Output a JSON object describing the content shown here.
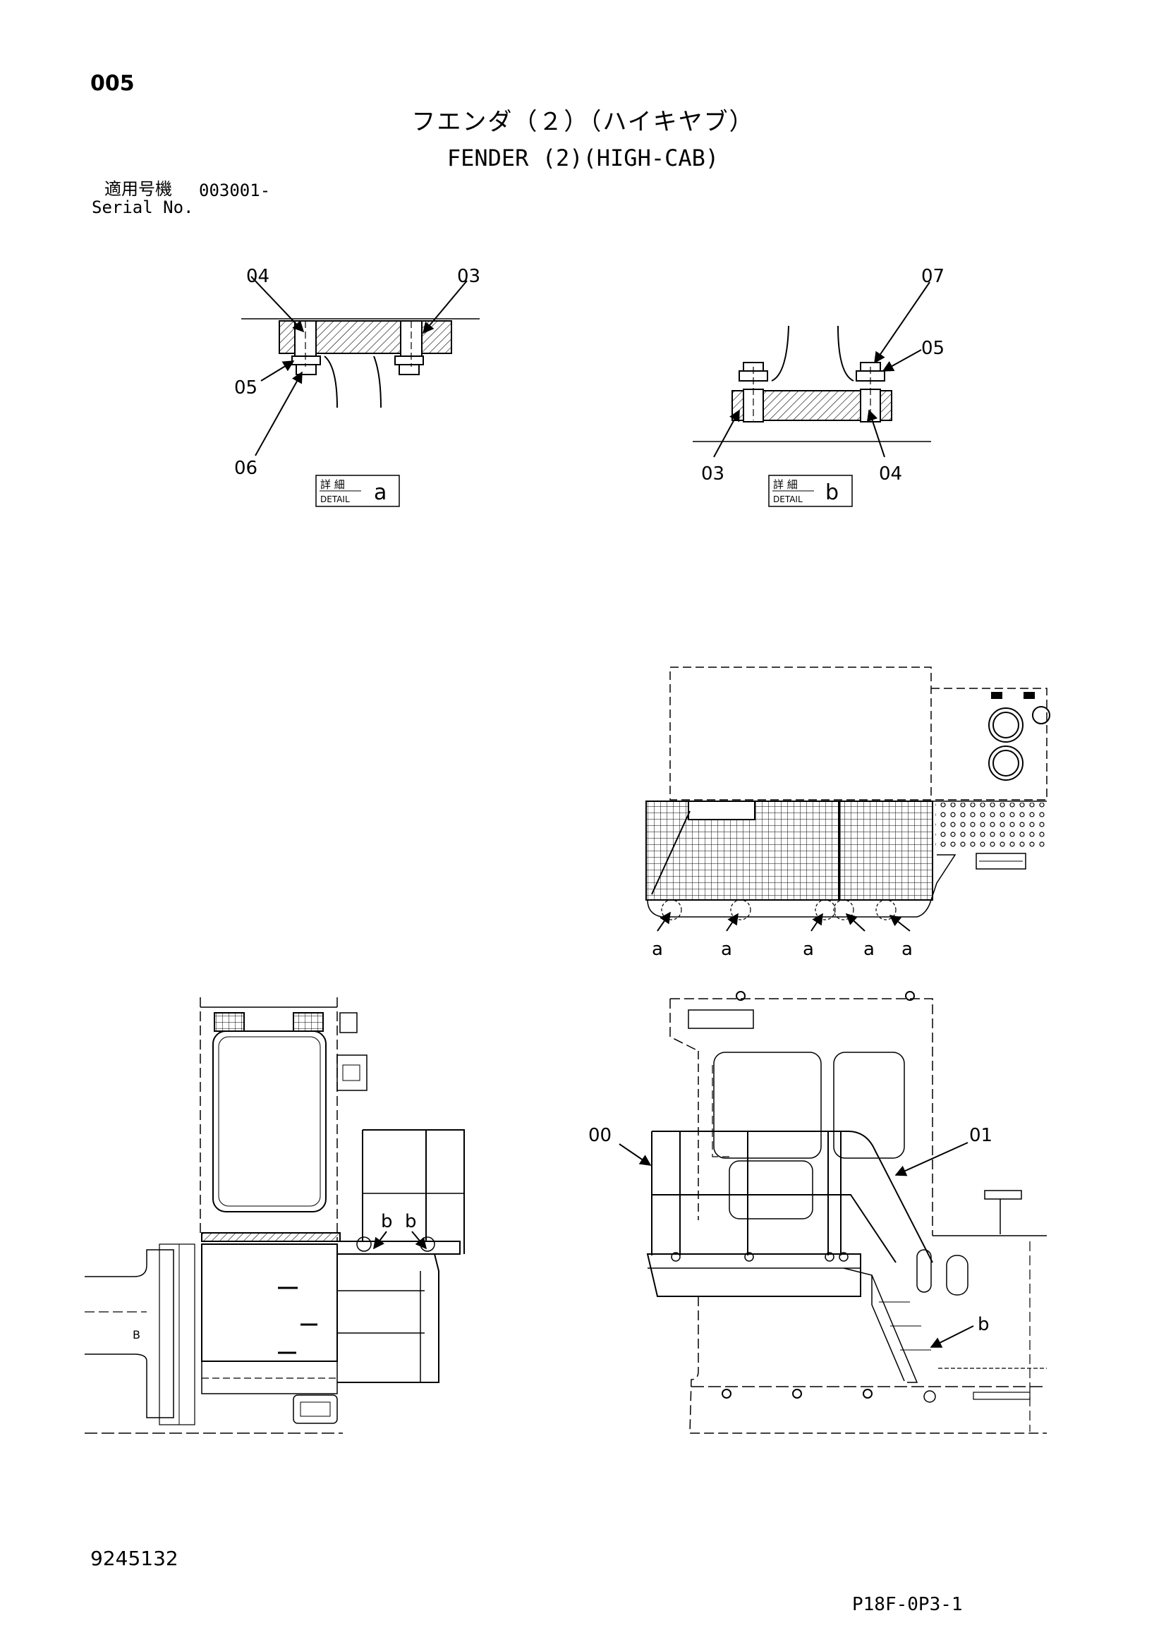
{
  "header": {
    "page_number": "005",
    "title_jp": "フエンダ（２）（ハイキヤブ）",
    "title_en": "FENDER (2)(HIGH-CAB)",
    "serial_label_jp": "適用号機",
    "serial_value": "003001-",
    "serial_label_en": "Serial No."
  },
  "detail_a": {
    "parts": [
      "04",
      "03",
      "05",
      "06"
    ],
    "box_jp": "詳 細",
    "box_en": "DETAIL",
    "letter": "a"
  },
  "detail_b": {
    "parts": [
      "07",
      "05",
      "03",
      "04"
    ],
    "box_jp": "詳 細",
    "box_en": "DETAIL",
    "letter": "b"
  },
  "top_view": {
    "labels": [
      "a",
      "a",
      "a",
      "a",
      "a"
    ]
  },
  "left_view": {
    "labels": [
      "b",
      "b"
    ],
    "small_label": "B"
  },
  "right_view": {
    "labels": [
      "00",
      "01",
      "b"
    ]
  },
  "footer": {
    "doc_number": "9245132",
    "page_code": "P18F-0P3-1"
  }
}
